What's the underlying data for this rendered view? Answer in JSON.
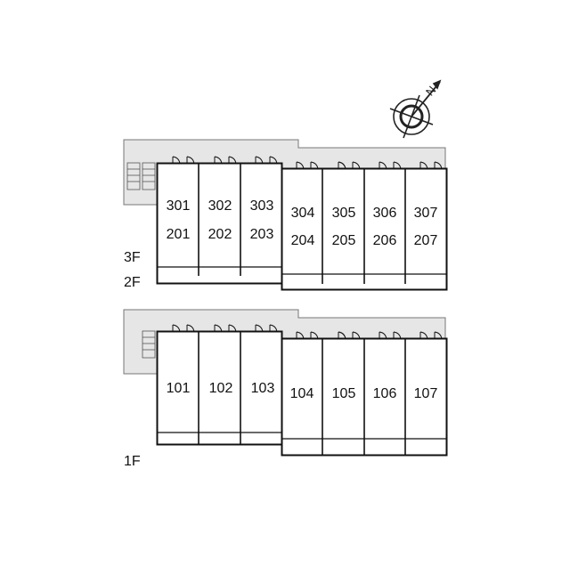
{
  "colors": {
    "corridor": "#e6e6e6",
    "wall": "#111111",
    "compass": "#222222"
  },
  "compass": {
    "label": "N",
    "icon": "compass-north-arrow-icon"
  },
  "upper_block": {
    "floor_labels": [
      "3F",
      "2F"
    ],
    "left_units": [
      {
        "top": "301",
        "bottom": "201"
      },
      {
        "top": "302",
        "bottom": "202"
      },
      {
        "top": "303",
        "bottom": "203"
      }
    ],
    "right_units": [
      {
        "top": "304",
        "bottom": "204"
      },
      {
        "top": "305",
        "bottom": "205"
      },
      {
        "top": "306",
        "bottom": "206"
      },
      {
        "top": "307",
        "bottom": "207"
      }
    ]
  },
  "lower_block": {
    "floor_labels": [
      "1F"
    ],
    "left_units": [
      "101",
      "102",
      "103"
    ],
    "right_units": [
      "104",
      "105",
      "106",
      "107"
    ]
  }
}
